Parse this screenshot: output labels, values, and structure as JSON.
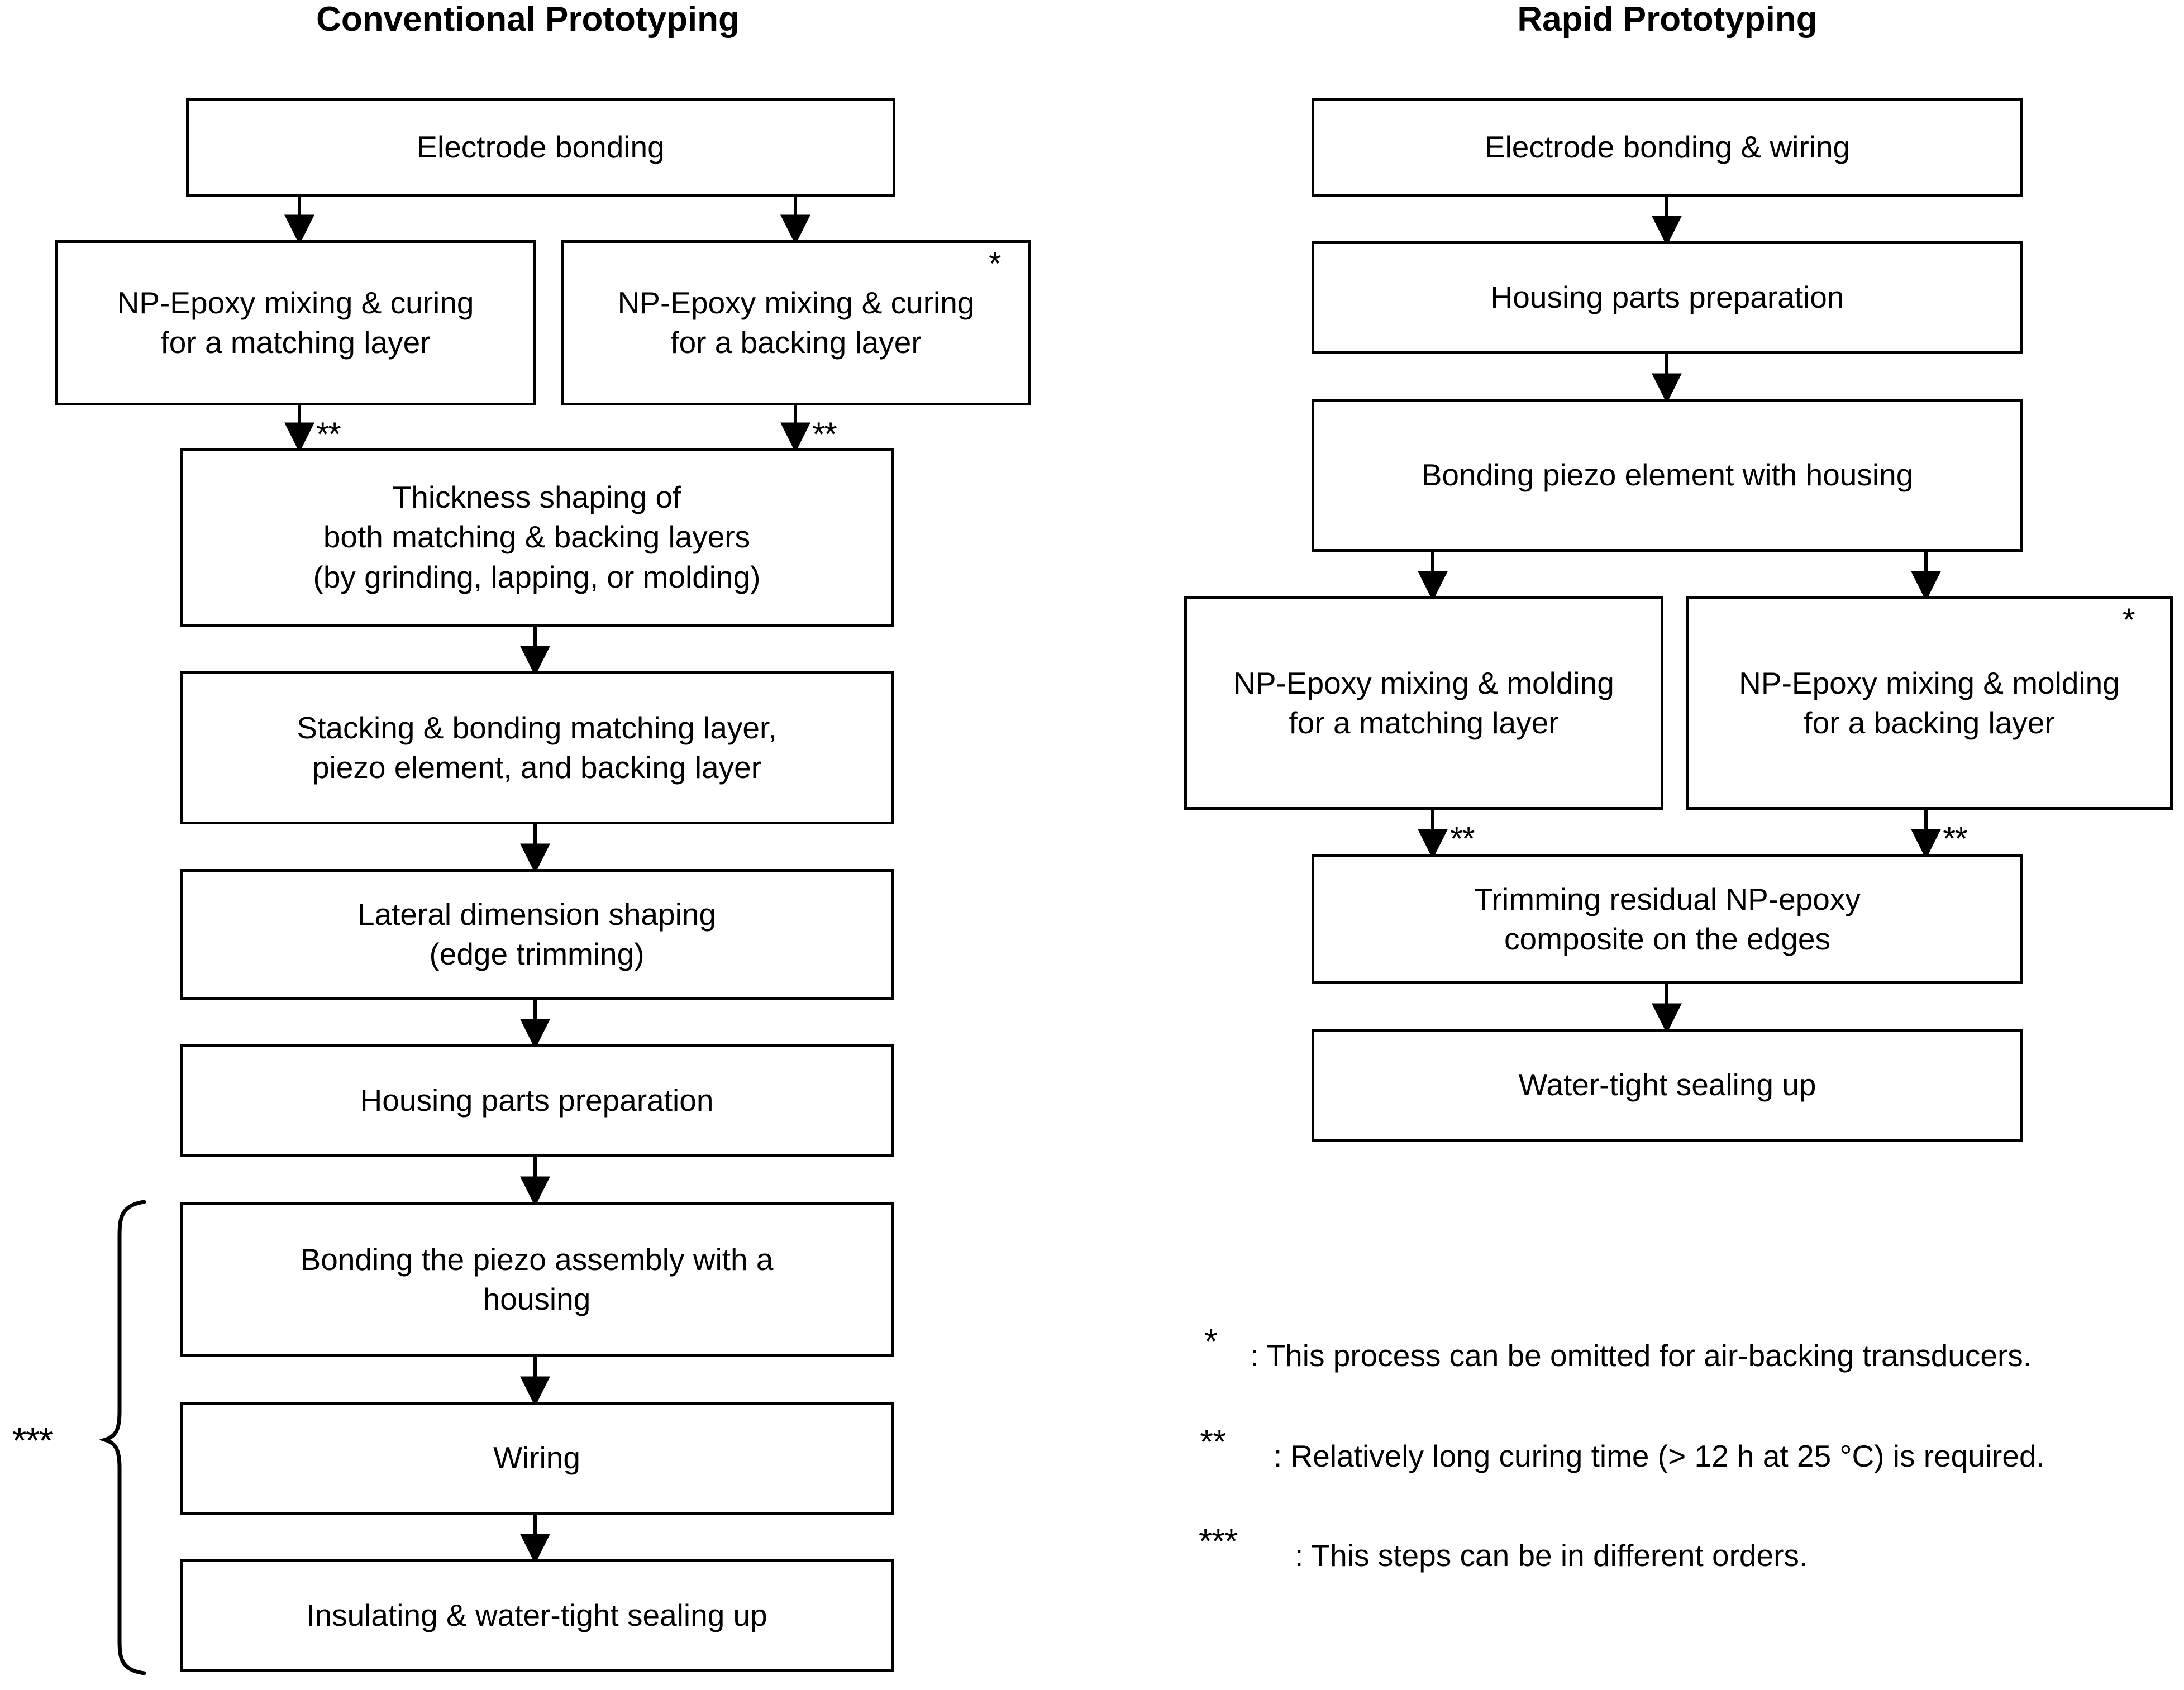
{
  "columns": [
    {
      "id": "conventional",
      "title": "Conventional Prototyping",
      "nodes": [
        {
          "id": "c1",
          "label": "Electrode bonding"
        },
        {
          "id": "c2",
          "label": "NP-Epoxy mixing & curing\nfor a matching layer"
        },
        {
          "id": "c3",
          "label": "NP-Epoxy mixing & curing\nfor a backing layer",
          "marker": "*"
        },
        {
          "id": "c4",
          "label": "Thickness shaping of\nboth matching & backing layers\n(by grinding, lapping, or molding)"
        },
        {
          "id": "c5",
          "label": "Stacking & bonding matching layer,\npiezo element, and backing layer"
        },
        {
          "id": "c6",
          "label": "Lateral dimension shaping\n(edge trimming)"
        },
        {
          "id": "c7",
          "label": "Housing parts preparation"
        },
        {
          "id": "c8",
          "label": "Bonding the piezo assembly with a\nhousing"
        },
        {
          "id": "c9",
          "label": "Wiring"
        },
        {
          "id": "c10",
          "label": "Insulating & water-tight sealing up"
        }
      ],
      "edge_markers": [
        {
          "id": "c2-out",
          "text": "**"
        },
        {
          "id": "c3-out",
          "text": "**"
        }
      ],
      "brace_label": "***"
    },
    {
      "id": "rapid",
      "title": "Rapid Prototyping",
      "nodes": [
        {
          "id": "r1",
          "label": "Electrode bonding & wiring"
        },
        {
          "id": "r2",
          "label": "Housing parts preparation"
        },
        {
          "id": "r3",
          "label": "Bonding piezo element with housing"
        },
        {
          "id": "r4",
          "label": "NP-Epoxy mixing & molding\nfor a matching layer"
        },
        {
          "id": "r5",
          "label": "NP-Epoxy mixing & molding\nfor a backing layer",
          "marker": "*"
        },
        {
          "id": "r6",
          "label": "Trimming residual NP-epoxy\ncomposite on the edges"
        },
        {
          "id": "r7",
          "label": "Water-tight sealing up"
        }
      ],
      "edge_markers": [
        {
          "id": "r4-out",
          "text": "**"
        },
        {
          "id": "r5-out",
          "text": "**"
        }
      ]
    }
  ],
  "legend": [
    {
      "symbol": "*",
      "text": ": This process can be omitted for air-backing transducers."
    },
    {
      "symbol": "**",
      "text": ": Relatively long curing time (> 12 h at 25 °C) is required."
    },
    {
      "symbol": "***",
      "text": ": This steps can be in different orders."
    }
  ],
  "colors": {
    "stroke": "#000000",
    "fill": "#ffffff",
    "text": "#000000"
  }
}
